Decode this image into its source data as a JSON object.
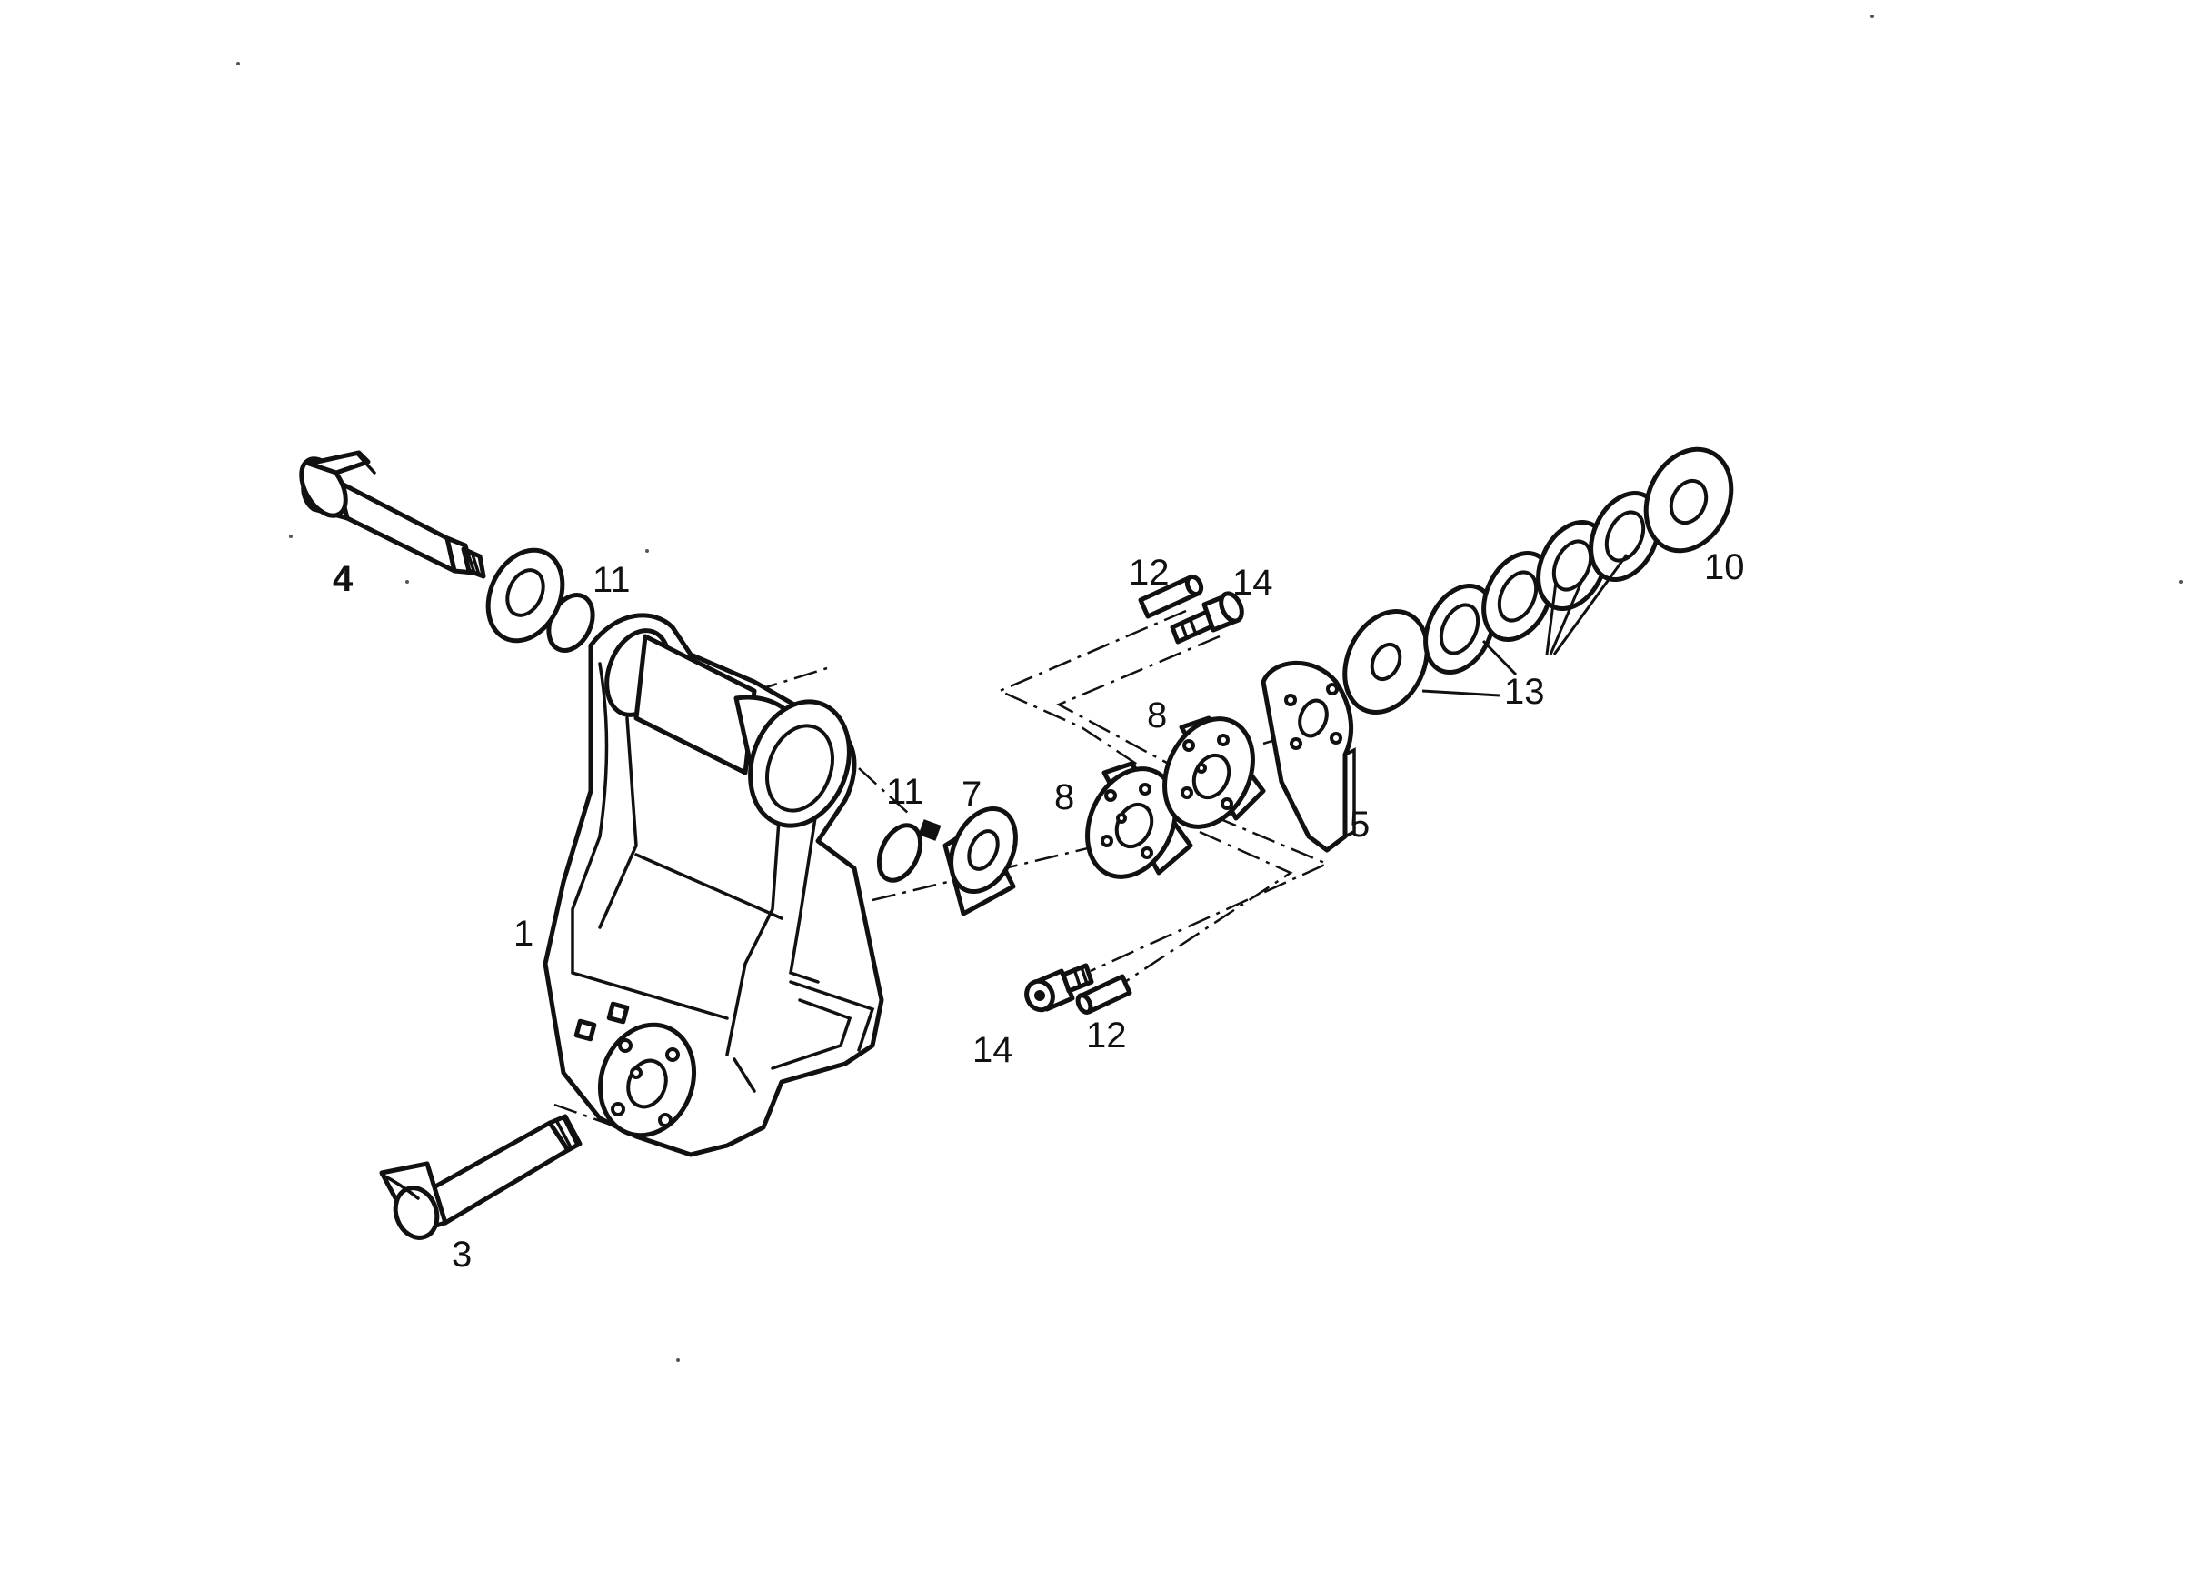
{
  "labels": {
    "part_1": "1",
    "part_3": "3",
    "part_4": "4",
    "part_5": "5",
    "part_7": "7",
    "part_8_front": "8",
    "part_8_rear": "8",
    "part_10": "10",
    "part_11_top": "11",
    "part_11_mid": "11",
    "part_12_top": "12",
    "part_12_bottom": "12",
    "part_13": "13",
    "part_14_top": "14",
    "part_14_bottom": "14"
  },
  "colors": {
    "ink": "#111111",
    "paper": "#ffffff"
  }
}
